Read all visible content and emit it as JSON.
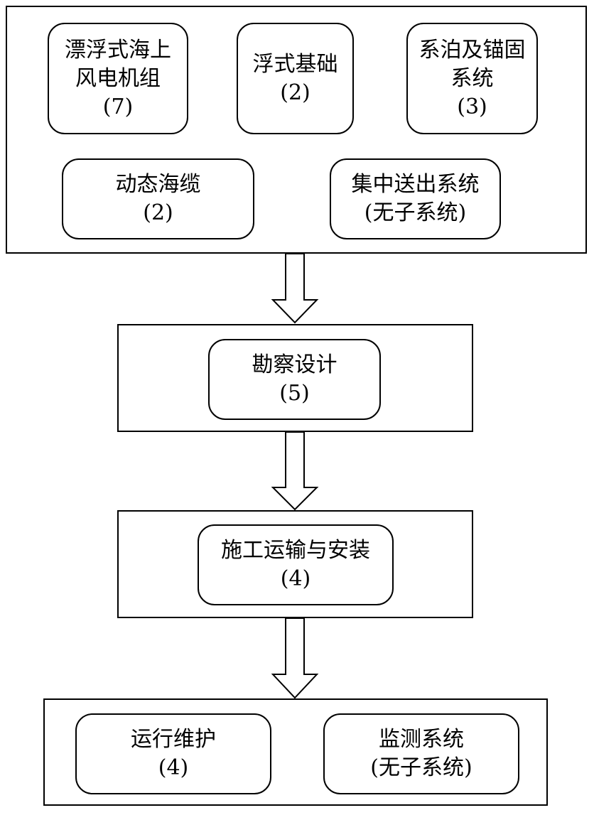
{
  "groups": {
    "top": {
      "wind_turbine": {
        "line1": "漂浮式海上",
        "line2": "风电机组",
        "line3": "(7)"
      },
      "floating_foundation": {
        "line1": "浮式基础",
        "line2": "(2)"
      },
      "mooring_anchoring": {
        "line1": "系泊及锚固",
        "line2": "系统",
        "line3": "(3)"
      },
      "dynamic_cable": {
        "line1": "动态海缆",
        "line2": "(2)"
      },
      "export_system": {
        "line1": "集中送出系统",
        "line2": "(无子系统)"
      }
    },
    "survey": {
      "line1": "勘察设计",
      "line2": "(5)"
    },
    "construction": {
      "line1": "施工运输与安装",
      "line2": "(4)"
    },
    "bottom": {
      "operation_maintenance": {
        "line1": "运行维护",
        "line2": "(4)"
      },
      "monitoring_system": {
        "line1": "监测系统",
        "line2": "(无子系统)"
      }
    }
  }
}
